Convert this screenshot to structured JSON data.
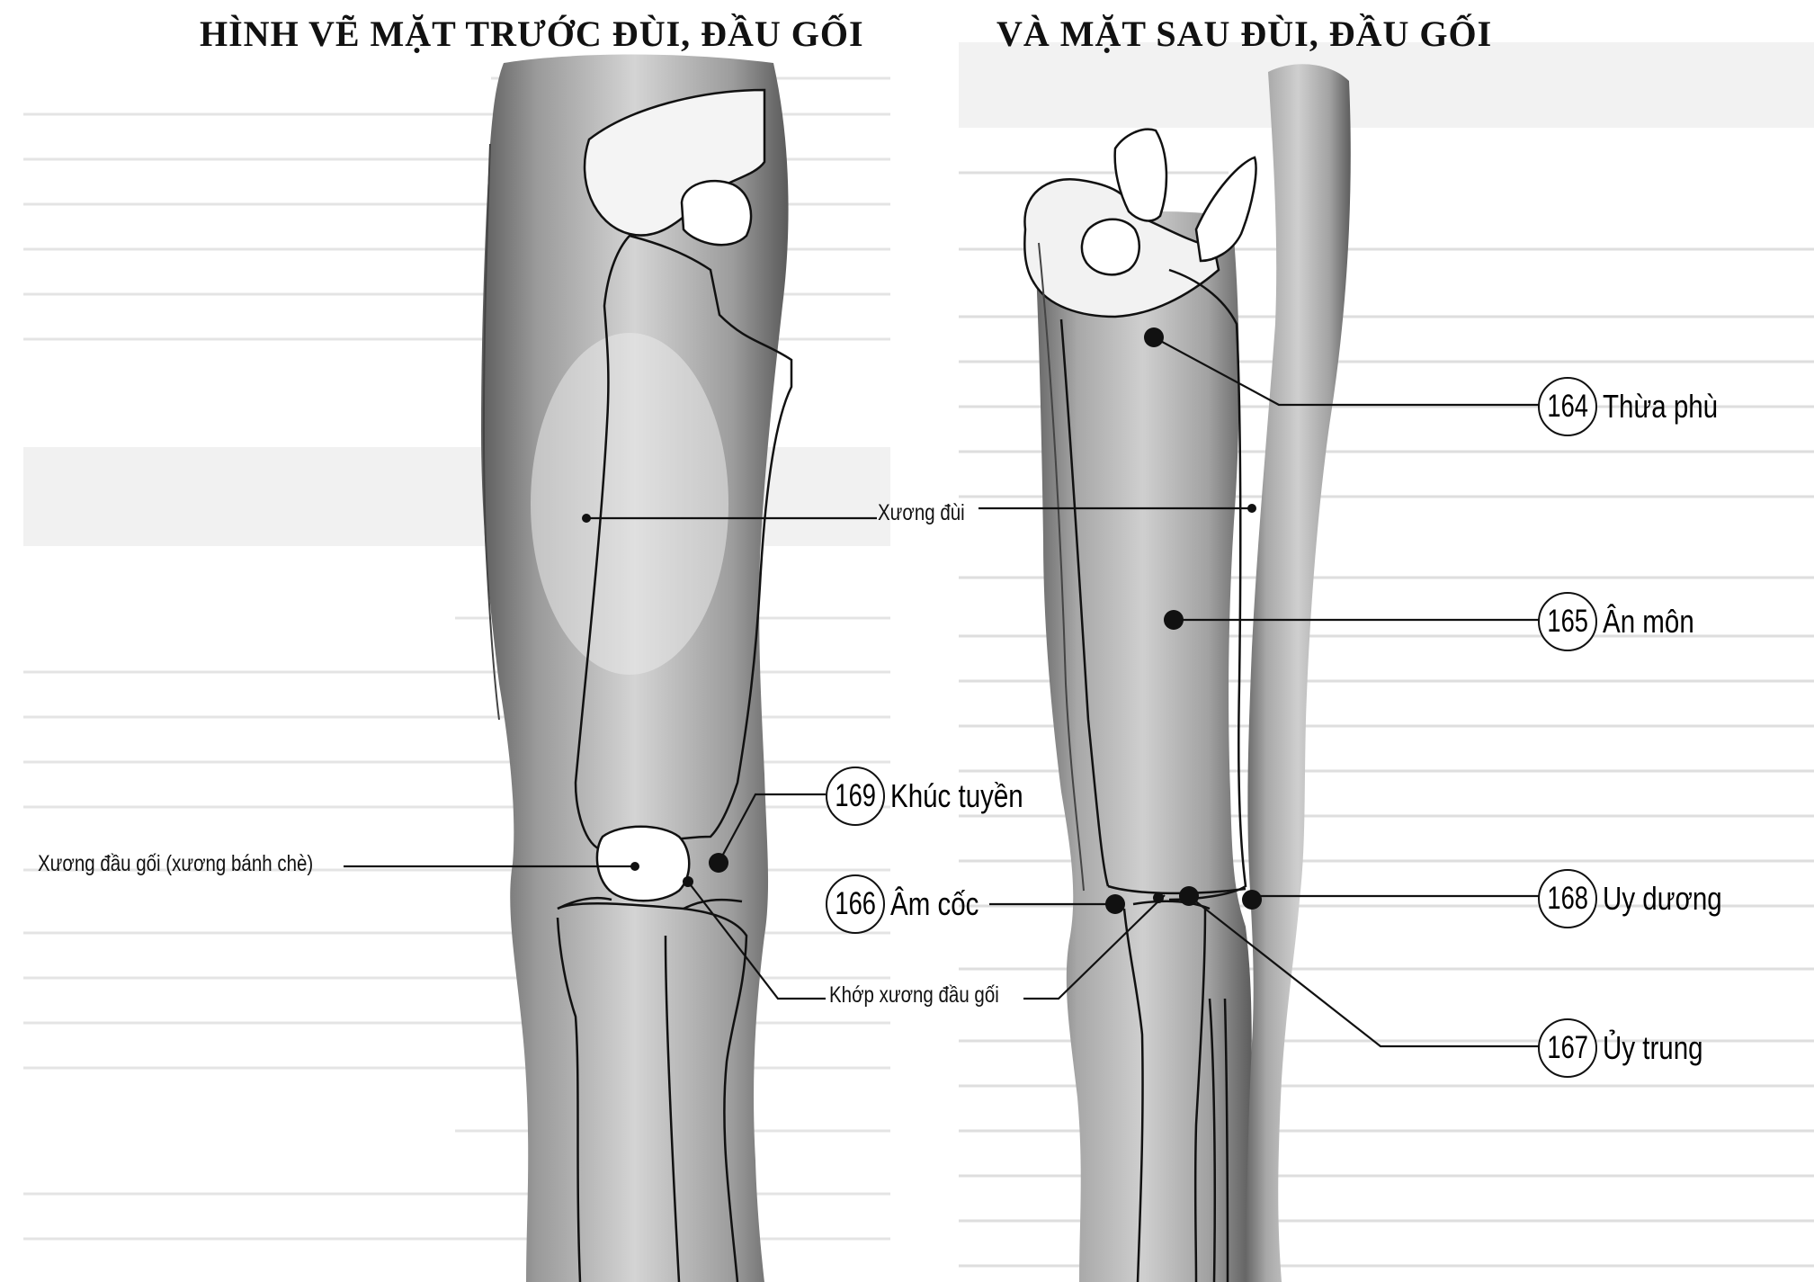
{
  "titles": {
    "front": "HÌNH VẼ MẶT TRƯỚC ĐÙI, ĐẦU GỐI",
    "back": "VÀ MẶT SAU ĐÙI, ĐẦU GỐI"
  },
  "anatomy_labels": {
    "femur": "Xương đùi",
    "patella": "Xương đầu gối (xương bánh chè)",
    "knee_joint": "Khớp xương đầu gối"
  },
  "points": [
    {
      "number": "164",
      "name": "Thừa phù"
    },
    {
      "number": "165",
      "name": "Ân môn"
    },
    {
      "number": "166",
      "name": "Âm cốc"
    },
    {
      "number": "167",
      "name": "Ủy trung"
    },
    {
      "number": "168",
      "name": "Uy dương"
    },
    {
      "number": "169",
      "name": "Khúc tuyền"
    }
  ],
  "colors": {
    "ink": "#111111",
    "limb_shade": "#7a7a7a",
    "bleed_text": "#cfcfcf"
  }
}
